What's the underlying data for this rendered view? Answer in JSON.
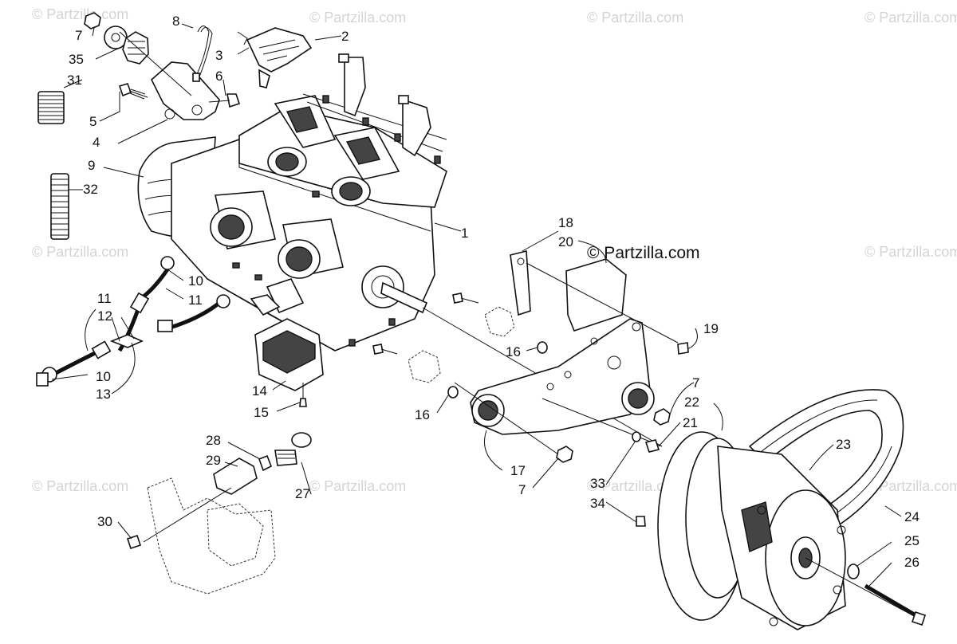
{
  "watermark": "© Partzilla.com",
  "brand": "© Partzilla.com",
  "callouts": [
    "1",
    "2",
    "3",
    "4",
    "5",
    "6",
    "7",
    "8",
    "9",
    "10",
    "11",
    "12",
    "13",
    "14",
    "15",
    "16",
    "17",
    "18",
    "19",
    "20",
    "21",
    "22",
    "23",
    "24",
    "25",
    "26",
    "27",
    "28",
    "29",
    "30",
    "31",
    "32",
    "33",
    "34",
    "35"
  ],
  "colors": {
    "ink": "#111111",
    "watermark": "#d4d4d4",
    "background": "#ffffff"
  }
}
